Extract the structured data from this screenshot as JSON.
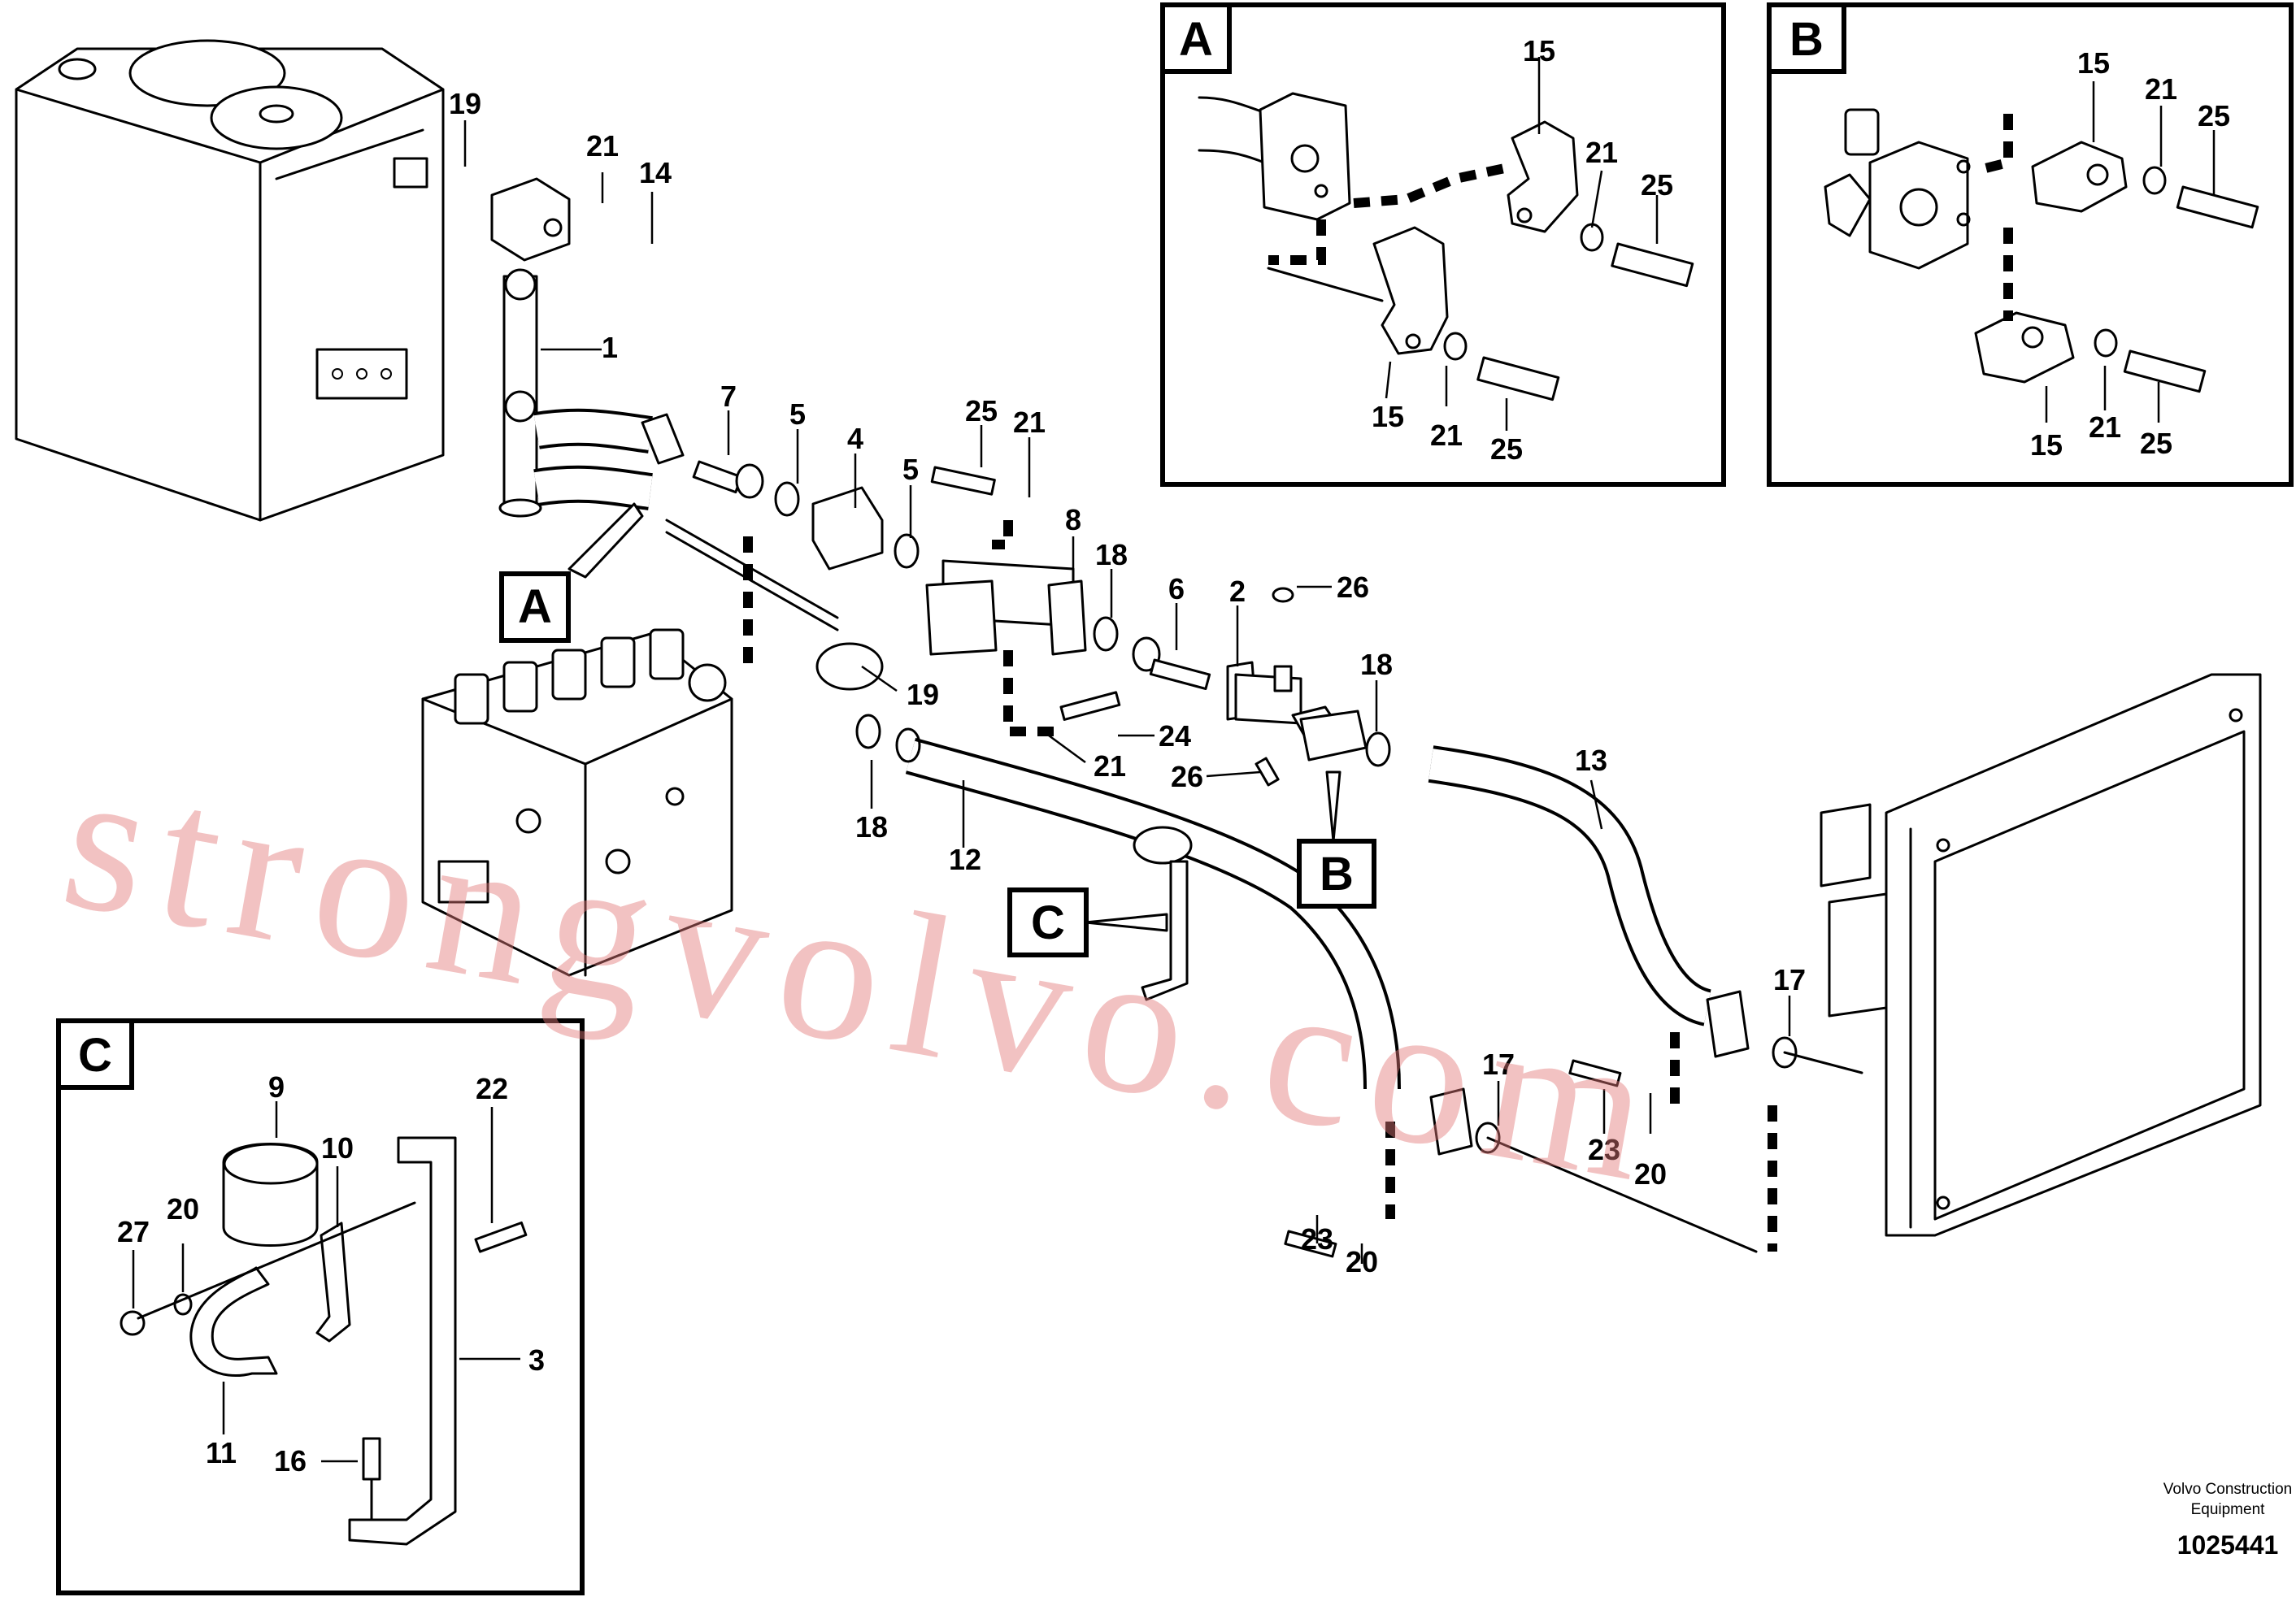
{
  "insets": {
    "a": {
      "letter": "A",
      "labels": [
        "15",
        "21",
        "25",
        "15",
        "21",
        "25"
      ]
    },
    "b": {
      "letter": "B",
      "labels": [
        "15",
        "21",
        "25",
        "15",
        "21",
        "25"
      ]
    },
    "c": {
      "letter": "C",
      "labels": [
        "9",
        "22",
        "10",
        "27",
        "20",
        "3",
        "11",
        "16"
      ]
    }
  },
  "callouts": {
    "a": "A",
    "b": "B",
    "c": "C"
  },
  "labels": [
    "19",
    "21",
    "14",
    "1",
    "7",
    "5",
    "4",
    "5",
    "25",
    "21",
    "8",
    "18",
    "6",
    "2",
    "26",
    "19",
    "18",
    "12",
    "24",
    "21",
    "26",
    "18",
    "13",
    "17",
    "17",
    "23",
    "20",
    "23",
    "20"
  ],
  "watermark": "strongvolvo.com",
  "footer": {
    "company_line1": "Volvo Construction",
    "company_line2": "Equipment",
    "drawing_number": "1025441"
  }
}
